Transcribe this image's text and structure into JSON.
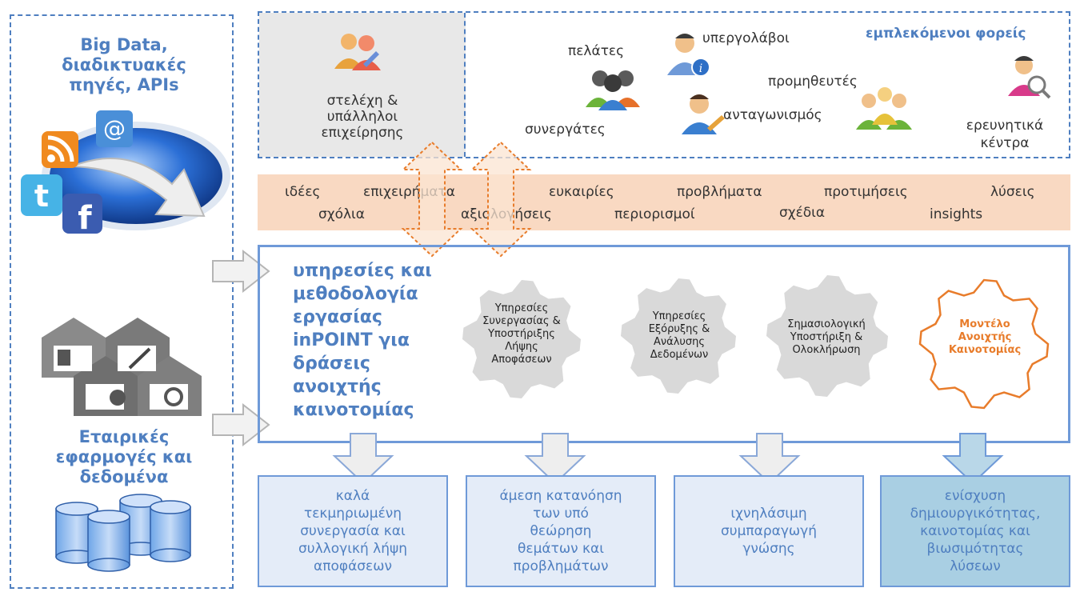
{
  "left_panel": {
    "sources_title": [
      "Big Data,",
      "διαδικτυακές",
      "πηγές, APIs"
    ],
    "enterprise_title": [
      "Εταιρικές",
      "εφαρμογές και",
      "δεδομένα"
    ],
    "icons": [
      "globe-icon",
      "rss-icon",
      "email-icon",
      "twitter-icon",
      "facebook-icon",
      "database-icon",
      "data-warehouse-icon"
    ]
  },
  "actors": {
    "heading": "εμπλεκόμενοι φορείς",
    "staff_label": [
      "στελέχη &",
      "υπάλληλοι",
      "επιχείρησης"
    ],
    "customers": "πελάτες",
    "partners": "συνεργάτες",
    "subcontractors": "υπεργολάβοι",
    "suppliers": "προμηθευτές",
    "competition": "ανταγωνισμός",
    "research_centers": [
      "ερευνητικά",
      "κέντρα"
    ]
  },
  "ideas_band": {
    "row1": [
      "ιδέες",
      "επιχειρήματα",
      "ευκαιρίες",
      "προβλήματα",
      "προτιμήσεις",
      "λύσεις"
    ],
    "row2": [
      "σχόλια",
      "αξιολογήσεις",
      "περιορισμοί",
      "σχέδια",
      "insights"
    ],
    "color": "#f9d9c2"
  },
  "methodology": {
    "title": [
      "υπηρεσίες και",
      "μεθοδολογία",
      "εργασίας",
      "inPOINT για",
      "δράσεις",
      "ανοιχτής",
      "καινοτομίας"
    ],
    "gears": [
      {
        "label": [
          "Υπηρεσίες",
          "Συνεργασίας &",
          "Υποστήριξης",
          "Λήψης",
          "Αποφάσεων"
        ]
      },
      {
        "label": [
          "Υπηρεσίες",
          "Εξόρυξης &",
          "Ανάλυσης",
          "Δεδομένων"
        ]
      },
      {
        "label": [
          "Σημασιολογική",
          "Υποστήριξη &",
          "Ολοκλήρωση"
        ]
      },
      {
        "label": [
          "Μοντέλο",
          "Ανοιχτής",
          "Καινοτομίας"
        ]
      }
    ],
    "gear_color": "#d9d9d9",
    "highlight_color": "#e87c2b"
  },
  "outcomes": [
    [
      "καλά",
      "τεκμηριωμένη",
      "συνεργασία και",
      "συλλογική λήψη",
      "αποφάσεων"
    ],
    [
      "άμεση κατανόηση",
      "των υπό",
      "θεώρηση",
      "θεμάτων και",
      "προβλημάτων"
    ],
    [
      "ιχνηλάσιμη",
      "συμπαραγωγή",
      "γνώσης"
    ],
    [
      "ενίσχυση",
      "δημιουργικότητας,",
      "καινοτομίας και",
      "βιωσιμότητας",
      "λύσεων"
    ]
  ],
  "accent_color": "#4f7fc0"
}
